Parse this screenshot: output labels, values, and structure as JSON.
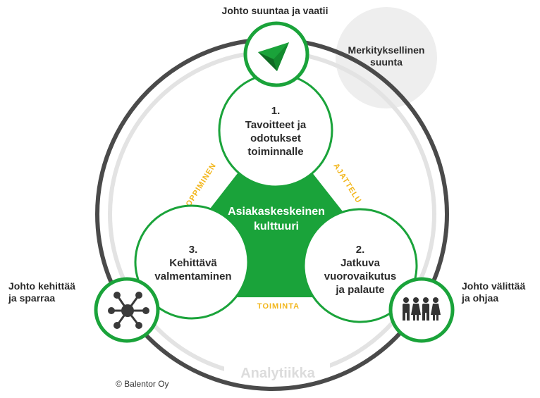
{
  "outer_labels": {
    "top": "Johto suuntaa ja vaatii",
    "left": [
      "Johto kehittää",
      "ja sparraa"
    ],
    "right": [
      "Johto välittää",
      "ja ohjaa"
    ]
  },
  "meaning_bubble": [
    "Merkityksellinen",
    "suunta"
  ],
  "ring_label": "Analytiikka",
  "center": [
    "Asiakaskeskeinen",
    "kulttuuri"
  ],
  "edge_labels": {
    "left": "OPPIMINEN",
    "right": "AJATTELU",
    "bottom": "TOIMINTA"
  },
  "circles": {
    "c1": [
      "1.",
      "Tavoitteet ja",
      "odotukset",
      "toiminnalle"
    ],
    "c2": [
      "2.",
      "Jatkuva",
      "vuorovaikutus",
      "ja palaute"
    ],
    "c3": [
      "3.",
      "Kehittävä",
      "valmentaminen"
    ]
  },
  "copyright": "© Balentor Oy",
  "colors": {
    "green": "#1aa33a",
    "ring": "#4a4a4a",
    "light_ring": "#e3e3e3",
    "bubble": "#eeeeee",
    "edge_text": "#f2b61c"
  },
  "icons": {
    "top": "navigation-arrow-icon",
    "left": "network-hub-icon",
    "right": "people-group-icon"
  }
}
